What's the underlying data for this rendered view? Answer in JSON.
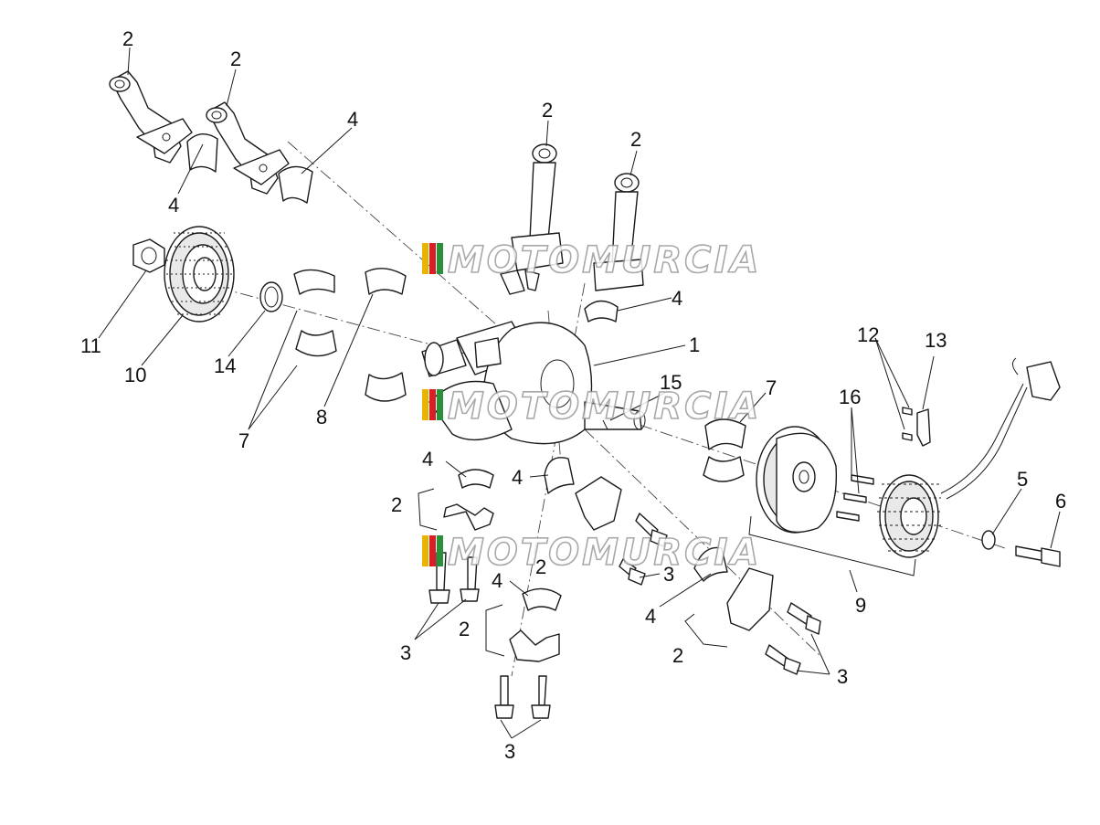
{
  "watermark": {
    "text": "MOTOMURCIA",
    "colors": [
      "#e8b400",
      "#d81f26",
      "#2a8f3b"
    ]
  },
  "callouts": {
    "c1": "1",
    "c2": "2",
    "c3": "3",
    "c4": "4",
    "c5": "5",
    "c6": "6",
    "c7": "7",
    "c8": "8",
    "c9": "9",
    "c10": "10",
    "c11": "11",
    "c12": "12",
    "c13": "13",
    "c14": "14",
    "c15": "15",
    "c16": "16"
  }
}
